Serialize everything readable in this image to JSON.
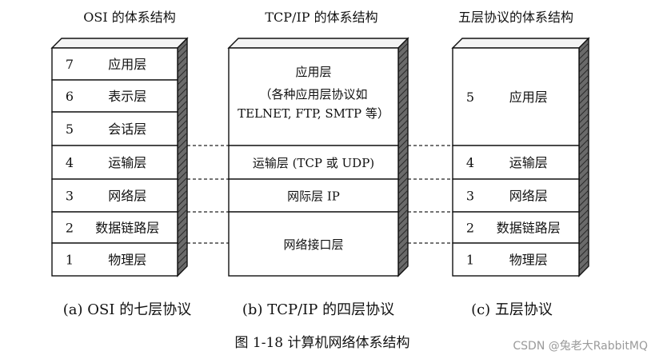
{
  "columns": [
    {
      "title": "OSI 的体系结构",
      "caption": "(a) OSI 的七层协议",
      "layers": [
        {
          "num": "7",
          "name": "应用层"
        },
        {
          "num": "6",
          "name": "表示层"
        },
        {
          "num": "5",
          "name": "会话层"
        },
        {
          "num": "4",
          "name": "运输层"
        },
        {
          "num": "3",
          "name": "网络层"
        },
        {
          "num": "2",
          "name": "数据链路层"
        },
        {
          "num": "1",
          "name": "物理层"
        }
      ]
    },
    {
      "title": "TCP/IP 的体系结构",
      "caption": "(b) TCP/IP 的四层协议",
      "layers": [
        {
          "lines": [
            "应用层",
            "（各种应用层协议如",
            "TELNET, FTP, SMTP 等）"
          ]
        },
        {
          "lines": [
            "运输层 (TCP 或 UDP)"
          ]
        },
        {
          "lines": [
            "网际层 IP"
          ]
        },
        {
          "lines": [
            "网络接口层"
          ]
        }
      ]
    },
    {
      "title": "五层协议的体系结构",
      "caption": "(c)  五层协议",
      "layers": [
        {
          "num": "5",
          "name": "应用层"
        },
        {
          "num": "4",
          "name": "运输层"
        },
        {
          "num": "3",
          "name": "网络层"
        },
        {
          "num": "2",
          "name": "数据链路层"
        },
        {
          "num": "1",
          "name": "物理层"
        }
      ]
    }
  ],
  "figure_caption": "图 1-18    计算机网络体系结构",
  "watermark": "CSDN @兔老大RabbitMQ"
}
